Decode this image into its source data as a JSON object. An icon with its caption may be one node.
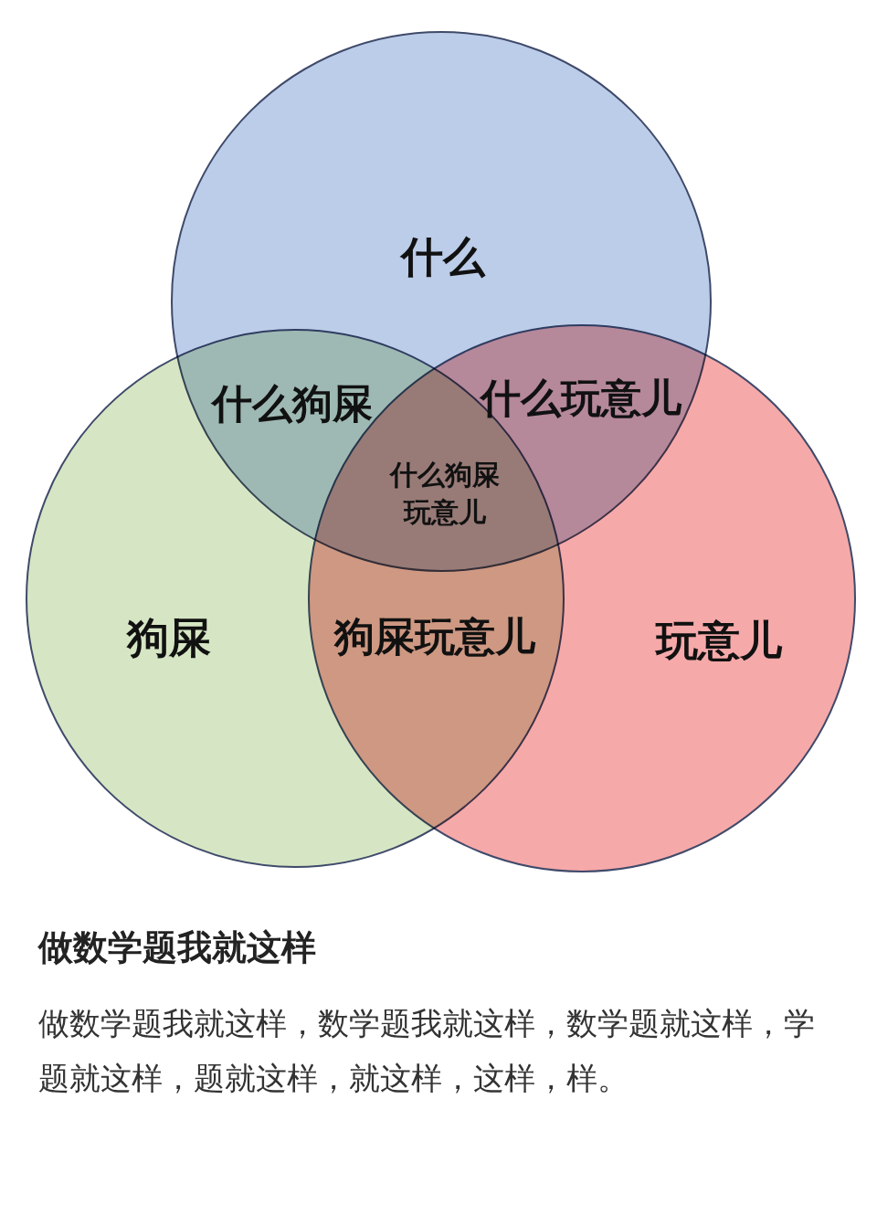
{
  "diagram": {
    "title": "做数学题我就这样",
    "caption": "做数学题我就这样，数学题我就这样，数学题就这样，学题就这样，题就这样，就这样，这样，样。",
    "nodes": [
      {
        "text": [
          "什么"
        ]
      },
      {
        "text": [
          "狗屎"
        ]
      },
      {
        "text": [
          "玩意儿"
        ]
      }
    ],
    "edges": [],
    "labels": [
      "什么狗屎",
      "什么玩意儿",
      "什么狗屎玩意儿",
      "狗屎玩意儿"
    ]
  }
}
